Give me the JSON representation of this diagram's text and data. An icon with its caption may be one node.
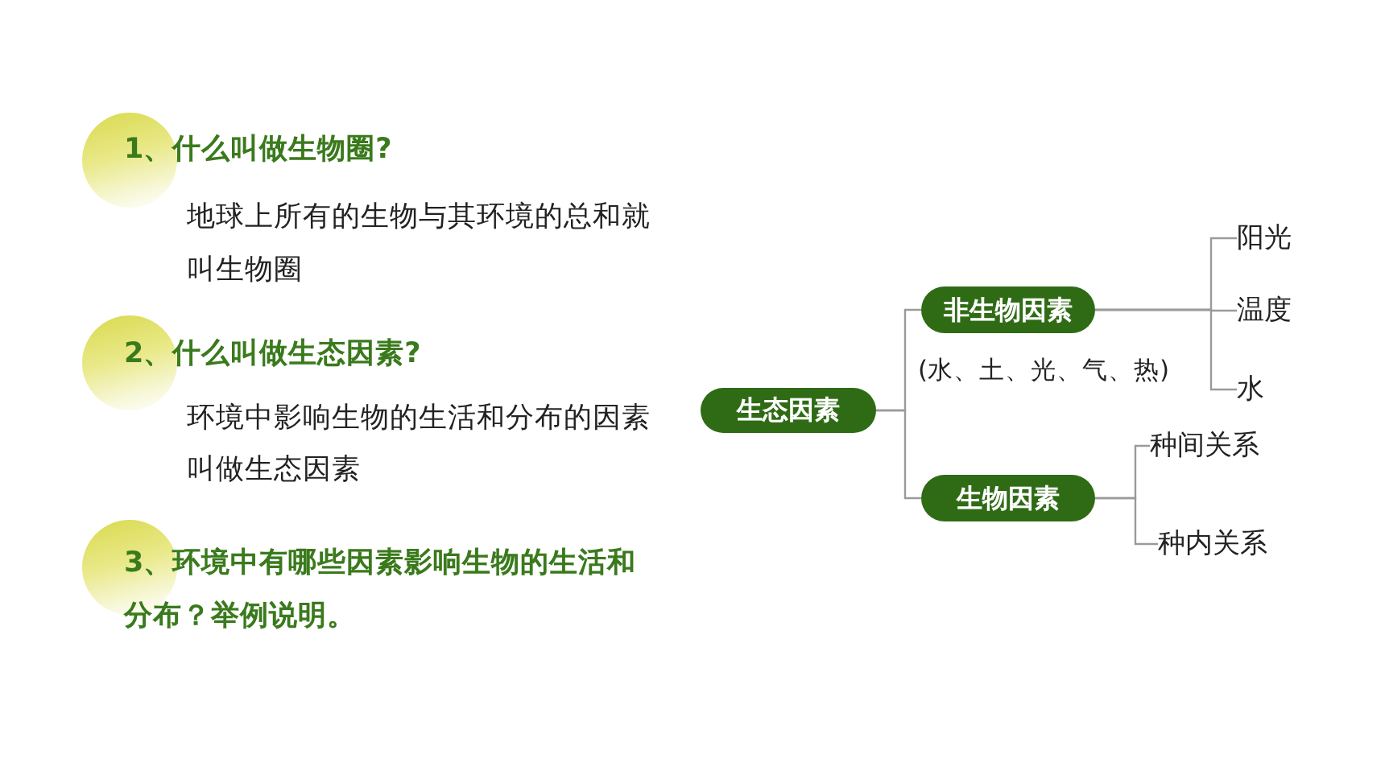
{
  "diagram": {
    "nodes": [
      {
        "text": [
          "生态因素"
        ]
      },
      {
        "text": [
          "非生物因素"
        ],
        "beside": [
          "(水、土、光、气、热)"
        ]
      },
      {
        "text": [
          "生物因素"
        ]
      },
      {
        "text": [
          "阳光"
        ]
      },
      {
        "text": [
          "温度"
        ]
      },
      {
        "text": [
          "水"
        ]
      },
      {
        "text": [
          "种间关系"
        ]
      },
      {
        "text": [
          "种内关系"
        ]
      }
    ],
    "edges": [
      {
        "from": 0,
        "to": 1,
        "arrow": "none"
      },
      {
        "from": 0,
        "to": 2,
        "arrow": "none"
      },
      {
        "from": 1,
        "to": 3,
        "arrow": "none"
      },
      {
        "from": 1,
        "to": 4,
        "arrow": "none"
      },
      {
        "from": 1,
        "to": 5,
        "arrow": "none"
      },
      {
        "from": 2,
        "to": 6,
        "arrow": "none"
      },
      {
        "from": 2,
        "to": 7,
        "arrow": "none"
      }
    ],
    "labels": [
      "1、什么叫做生物圈?",
      "地球上所有的生物与其环境的总和就叫生物圈",
      "2、什么叫做生态因素?",
      "环境中影响生物的生活和分布的因素叫做生态因素",
      "3、环境中有哪些因素影响生物的生活和分布？举例说明。"
    ]
  }
}
